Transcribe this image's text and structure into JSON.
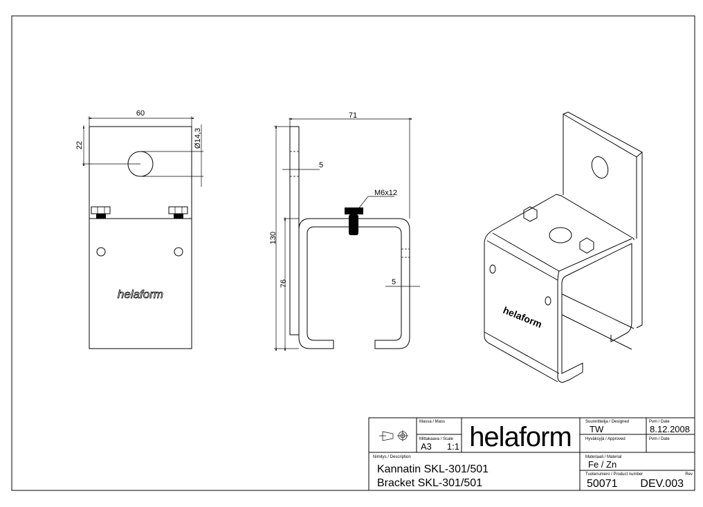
{
  "drawing": {
    "front_view": {
      "dim_width": "60",
      "dim_hole_offset": "22",
      "dim_hole_diameter": "Ø14,3",
      "brand_text": "helaform"
    },
    "side_view": {
      "dim_depth": "71",
      "dim_plate_thickness": "5",
      "dim_height": "130",
      "dim_channel_height": "76",
      "dim_channel_thickness": "5",
      "bolt_label": "M6x12"
    },
    "iso_view": {
      "brand_text": "helaform"
    }
  },
  "title_block": {
    "mass_label": "Massa / Mass",
    "mass_value": "",
    "scale_label": "Mittakaava / Scale",
    "sheet_size": "A3",
    "scale_value": "1:1",
    "logo": "helaform",
    "designed_label": "Suunnittelija / Designed",
    "designed_value": "TW",
    "date_label": "Pvm / Date",
    "date_value": "8.12.2008",
    "approved_label": "Hyväksyjä / Approved",
    "approved_date_label": "Pvm / Date",
    "description_label": "Nimitys / Description",
    "description_line1": "Kannatin SKL-301/501",
    "description_line2": "Bracket SKL-301/501",
    "material_label": "Materiaali / Material",
    "material_value": "Fe / Zn",
    "product_number_label": "Tuotenumero / Product number",
    "rev_label": "Rev",
    "product_number": "50071",
    "revision": "DEV.003"
  }
}
